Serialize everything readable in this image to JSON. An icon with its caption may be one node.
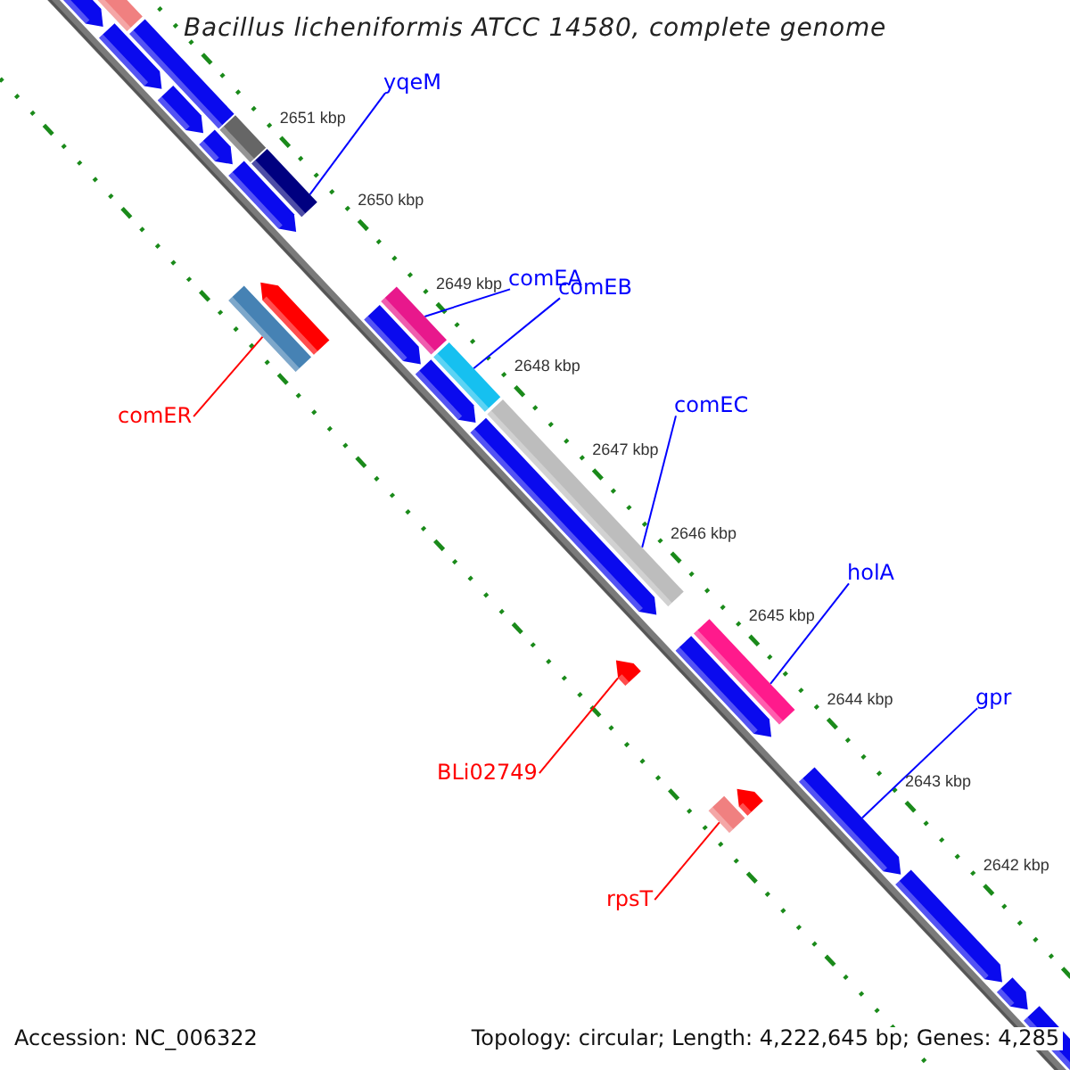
{
  "diagram": {
    "title": "Bacillus licheniformis ATCC 14580, complete genome",
    "nodes": [
      {
        "text": [
          "yqeM"
        ]
      },
      {
        "text": [],
        "shape": "bar"
      },
      {
        "text": [
          "comEA"
        ]
      },
      {
        "text": [],
        "shape": "bar"
      },
      {
        "text": [
          "comEB"
        ]
      },
      {
        "text": [],
        "shape": "bar"
      },
      {
        "text": [
          "comER"
        ]
      },
      {
        "text": [],
        "shape": "bar"
      },
      {
        "text": [
          "comEC"
        ]
      },
      {
        "text": [],
        "shape": "bar"
      },
      {
        "text": [
          "holA"
        ]
      },
      {
        "text": [],
        "shape": "bar"
      },
      {
        "text": [
          "BLi02749"
        ]
      },
      {
        "text": [],
        "shape": "bar"
      },
      {
        "text": [
          "gpr"
        ]
      },
      {
        "text": [],
        "shape": "bar"
      },
      {
        "text": [
          "rpsT"
        ]
      },
      {
        "text": [],
        "shape": "bar"
      },
      {
        "text": [],
        "shape": "bar"
      },
      {
        "text": [],
        "shape": "bar"
      },
      {
        "text": [],
        "shape": "bar"
      },
      {
        "text": [],
        "shape": "bar"
      },
      {
        "text": [],
        "shape": "bar"
      },
      {
        "text": [],
        "shape": "bar"
      },
      {
        "text": [],
        "shape": "bar"
      },
      {
        "text": [],
        "shape": "bar"
      },
      {
        "text": [],
        "shape": "bar"
      },
      {
        "text": [],
        "shape": "bar"
      },
      {
        "text": [],
        "shape": "bar"
      },
      {
        "text": [],
        "shape": "bar"
      },
      {
        "text": [],
        "shape": "bar"
      },
      {
        "text": [],
        "shape": "bar"
      },
      {
        "text": [],
        "shape": "bar"
      },
      {
        "text": [],
        "shape": "bar"
      },
      {
        "text": [],
        "shape": "bar"
      }
    ],
    "edges": [
      {
        "from": 0,
        "to": 1,
        "arrow": "none"
      },
      {
        "from": 2,
        "to": 3,
        "arrow": "none"
      },
      {
        "from": 4,
        "to": 5,
        "arrow": "none"
      },
      {
        "from": 6,
        "to": 7,
        "arrow": "none",
        "color": "#ff0000"
      },
      {
        "from": 8,
        "to": 9,
        "arrow": "none"
      },
      {
        "from": 10,
        "to": 11,
        "arrow": "none"
      },
      {
        "from": 12,
        "to": 13,
        "arrow": "none",
        "color": "#ff0000"
      },
      {
        "from": 14,
        "to": 15,
        "arrow": "none"
      },
      {
        "from": 16,
        "to": 17,
        "arrow": "none",
        "color": "#ff0000"
      }
    ],
    "labels": [
      "2651 kbp",
      "2650 kbp",
      "2649 kbp",
      "2648 kbp",
      "2647 kbp",
      "2646 kbp",
      "2645 kbp",
      "2644 kbp",
      "2643 kbp",
      "2642 kbp",
      "Accession: NC_006322",
      "Topology: circular; Length: 4,222,645 bp; Genes: 4,285"
    ]
  }
}
